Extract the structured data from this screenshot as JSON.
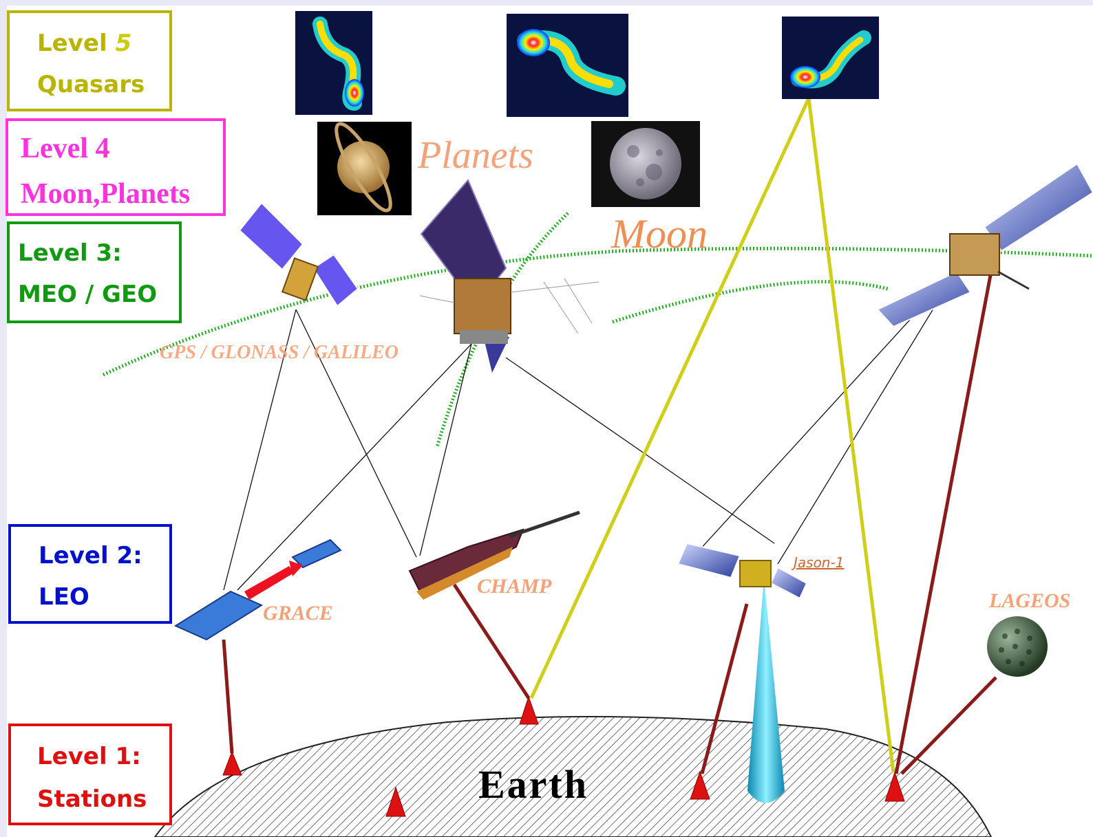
{
  "levels": {
    "level5": {
      "line1": "Level ",
      "num": "5",
      "line2": "Quasars",
      "color": "#b8b400"
    },
    "level4": {
      "line1": "Level 4",
      "line2": "Moon,Planets",
      "color": "#ff33dd"
    },
    "level3": {
      "line1": "Level 3:",
      "line2": "MEO / GEO",
      "color": "#119911"
    },
    "level2": {
      "line1": "Level 2:",
      "line2": "LEO",
      "color": "#0011cc"
    },
    "level1": {
      "line1": "Level 1:",
      "line2": "Stations",
      "color": "#dd1111"
    }
  },
  "labels": {
    "planets": "Planets",
    "moon": "Moon",
    "gnss": "GPS / GLONASS / GALILEO",
    "grace": "GRACE",
    "champ": "CHAMP",
    "jason": "Jason-1",
    "lageos": "LAGEOS",
    "earth": "Earth"
  },
  "colors": {
    "label_orange": "#f4a27a",
    "moon_orange": "#ee8f55",
    "link_dark_red": "#8b1a1a",
    "link_yellow": "#cfcf1a",
    "orbit_green": "#22aa22"
  }
}
